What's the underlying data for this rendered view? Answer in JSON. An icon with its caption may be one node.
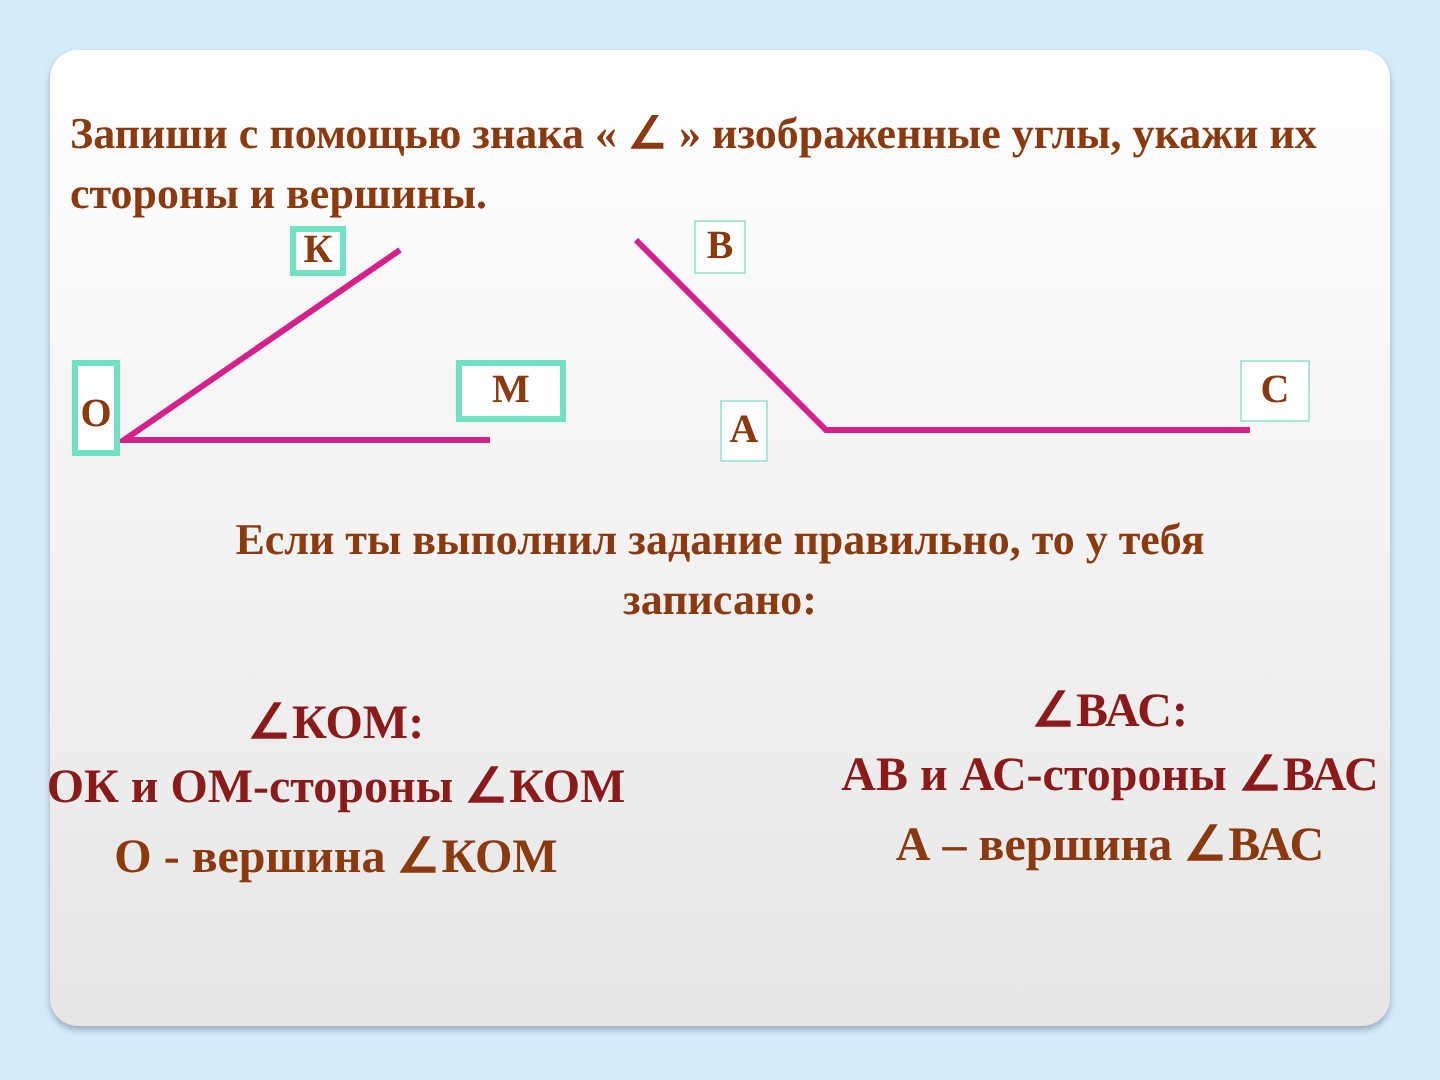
{
  "diagram": {
    "title": "Запиши с помощью знака « ∠ » изображенные углы, укажи их стороны и вершины.",
    "nodes": [
      {
        "text": [
          "К"
        ]
      },
      {
        "text": [
          "В"
        ]
      },
      {
        "text": [
          "О"
        ]
      },
      {
        "text": [
          "М"
        ]
      },
      {
        "text": [
          "С"
        ]
      },
      {
        "text": [
          "А"
        ]
      }
    ],
    "edges": [],
    "labels": [
      "Если ты выполнил задание правильно, то у тебя записано:",
      "∠ВАС:",
      "∠КОМ:",
      "АВ и АС-стороны ∠ВАС",
      "ОК и ОМ-стороны ∠КОМ",
      "А – вершина ∠ВАС",
      "О - вершина ∠КОМ"
    ]
  }
}
